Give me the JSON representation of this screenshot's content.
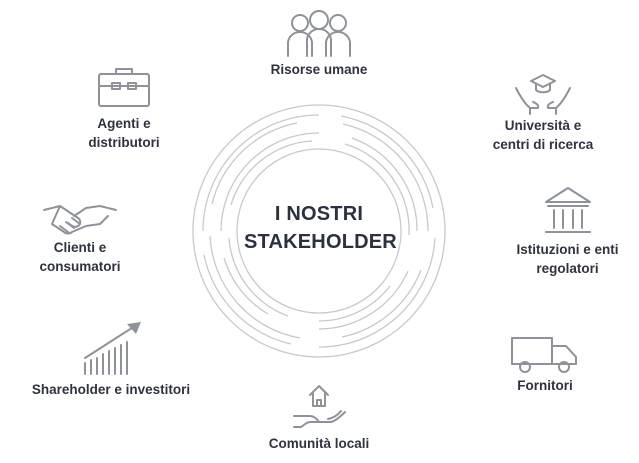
{
  "center": {
    "line1": "I NOSTRI",
    "line2": "STAKEHOLDER"
  },
  "stakeholders": {
    "risorse_umane": "Risorse umane",
    "universita": "Università e\ncentri di ricerca",
    "istituzioni": "Istituzioni e enti\nregolatori",
    "fornitori": "Fornitori",
    "comunita": "Comunità locali",
    "shareholder": "Shareholder e investitori",
    "clienti": "Clienti e\nconsumatori",
    "agenti": "Agenti e\ndistributori"
  },
  "icons": {
    "risorse_umane": "people-group-icon",
    "universita": "graduation-cap-hands-icon",
    "istituzioni": "institution-building-icon",
    "fornitori": "delivery-truck-icon",
    "comunita": "home-in-hand-icon",
    "shareholder": "growth-chart-icon",
    "clienti": "handshake-icon",
    "agenti": "briefcase-icon"
  },
  "colors": {
    "text": "#2f3340",
    "icon": "#8f929b",
    "rings": "#c7c9ce"
  }
}
